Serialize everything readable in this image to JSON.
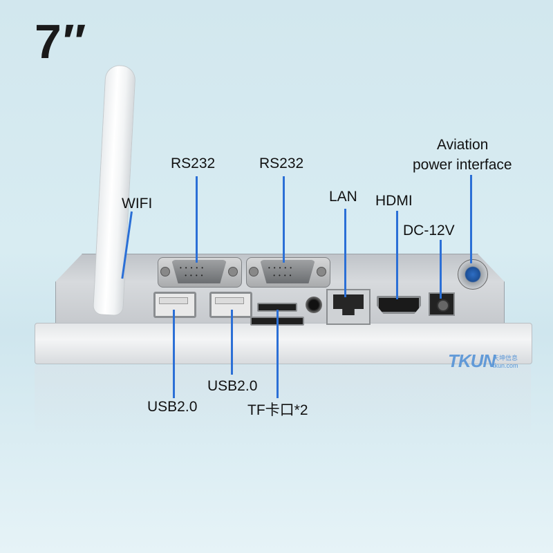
{
  "title": "7″",
  "labels": {
    "wifi": "WIFI",
    "rs232_left": "RS232",
    "rs232_right": "RS232",
    "lan": "LAN",
    "hdmi": "HDMI",
    "dc": "DC-12V",
    "aviation_line1": "Aviation",
    "aviation_line2": "power interface",
    "usb_left": "USB2.0",
    "usb_right": "USB2.0",
    "tf": "TF卡口*2"
  },
  "watermark": {
    "logo": "TKUN",
    "chinese": "天坤信息",
    "url": "tkun.com"
  },
  "colors": {
    "background": "#d5eaf0",
    "pointer_line": "#2b6fd6",
    "device_metal": "#c9ccd0"
  }
}
